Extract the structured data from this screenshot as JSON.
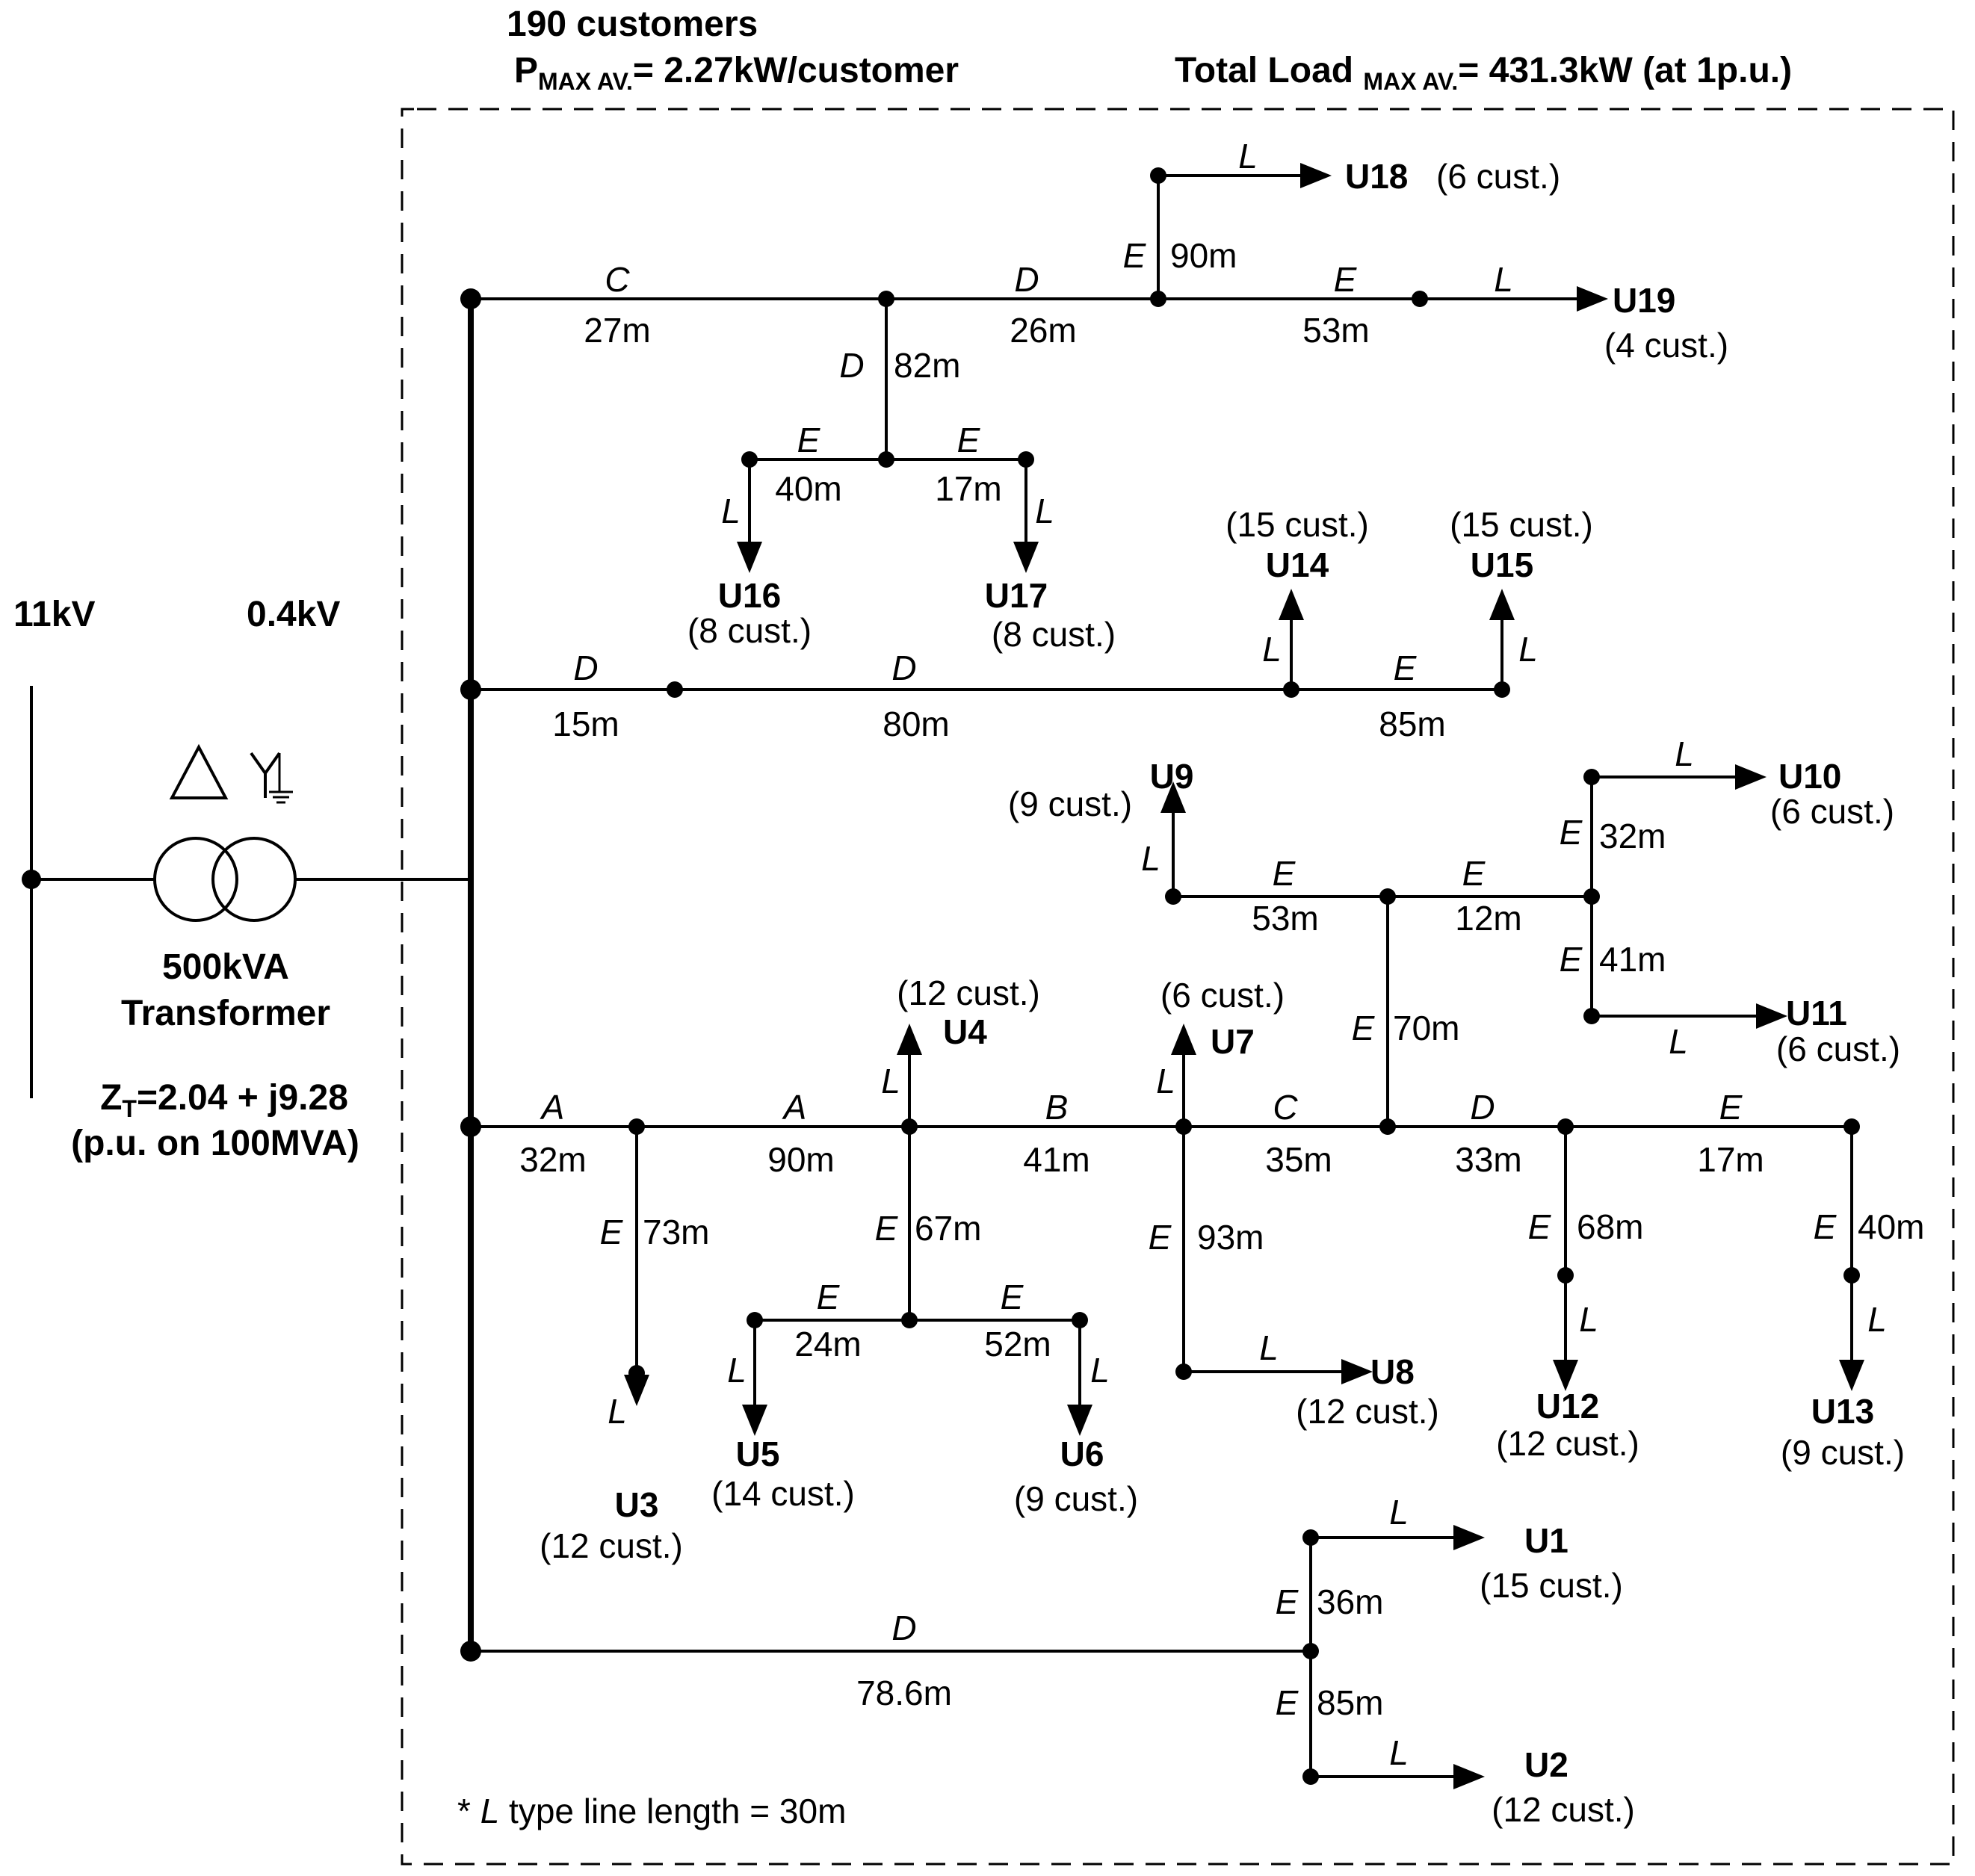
{
  "header": {
    "customers": "190 customers",
    "pmax_prefix": "P",
    "pmax_sub": "MAX AV.",
    "pmax_value": "= 2.27kW/customer",
    "total_prefix": "Total Load ",
    "total_sub": "MAX AV.",
    "total_value": "= 431.3kW (at 1p.u.)"
  },
  "voltages": {
    "hv": "11kV",
    "lv": "0.4kV"
  },
  "transformer": {
    "rating": "500kVA",
    "name": "Transformer",
    "z_prefix": "Z",
    "z_sub": "T",
    "z_value": "=2.04 + j9.28",
    "z_base": "(p.u. on 100MVA)"
  },
  "footnote": {
    "star": "* ",
    "type": "L",
    "text": " type line length = 30m"
  },
  "line_types": {
    "A": "A",
    "B": "B",
    "C": "C",
    "D": "D",
    "E": "E",
    "L": "L"
  },
  "segments": {
    "c27": "27m",
    "d26": "26m",
    "d82": "82m",
    "e90": "90m",
    "e53a": "53m",
    "e40a": "40m",
    "e17a": "17m",
    "d15": "15m",
    "d80": "80m",
    "e85a": "85m",
    "e53b": "53m",
    "e12": "12m",
    "e32": "32m",
    "e41": "41m",
    "e70": "70m",
    "a32": "32m",
    "a90": "90m",
    "b41": "41m",
    "c35": "35m",
    "d33": "33m",
    "e17b": "17m",
    "e73": "73m",
    "e67": "67m",
    "e24": "24m",
    "e52": "52m",
    "e93": "93m",
    "e68": "68m",
    "e40b": "40m",
    "d786": "78.6m",
    "e36": "36m",
    "e85b": "85m"
  },
  "loads": {
    "U1": {
      "name": "U1",
      "cust": "(15 cust.)"
    },
    "U2": {
      "name": "U2",
      "cust": "(12 cust.)"
    },
    "U3": {
      "name": "U3",
      "cust": "(12 cust.)"
    },
    "U4": {
      "name": "U4",
      "cust": "(12 cust.)"
    },
    "U5": {
      "name": "U5",
      "cust": "(14 cust.)"
    },
    "U6": {
      "name": "U6",
      "cust": "(9 cust.)"
    },
    "U7": {
      "name": "U7",
      "cust": "(6 cust.)"
    },
    "U8": {
      "name": "U8",
      "cust": "(12 cust.)"
    },
    "U9": {
      "name": "U9",
      "cust": "(9 cust.)"
    },
    "U10": {
      "name": "U10",
      "cust": "(6 cust.)"
    },
    "U11": {
      "name": "U11",
      "cust": "(6 cust.)"
    },
    "U12": {
      "name": "U12",
      "cust": "(12 cust.)"
    },
    "U13": {
      "name": "U13",
      "cust": "(9 cust.)"
    },
    "U14": {
      "name": "U14",
      "cust": "(15 cust.)"
    },
    "U15": {
      "name": "U15",
      "cust": "(15 cust.)"
    },
    "U16": {
      "name": "U16",
      "cust": "(8 cust.)"
    },
    "U17": {
      "name": "U17",
      "cust": "(8 cust.)"
    },
    "U18": {
      "name": "U18",
      "cust": "(6 cust.)"
    },
    "U19": {
      "name": "U19",
      "cust": "(4 cust.)"
    }
  }
}
